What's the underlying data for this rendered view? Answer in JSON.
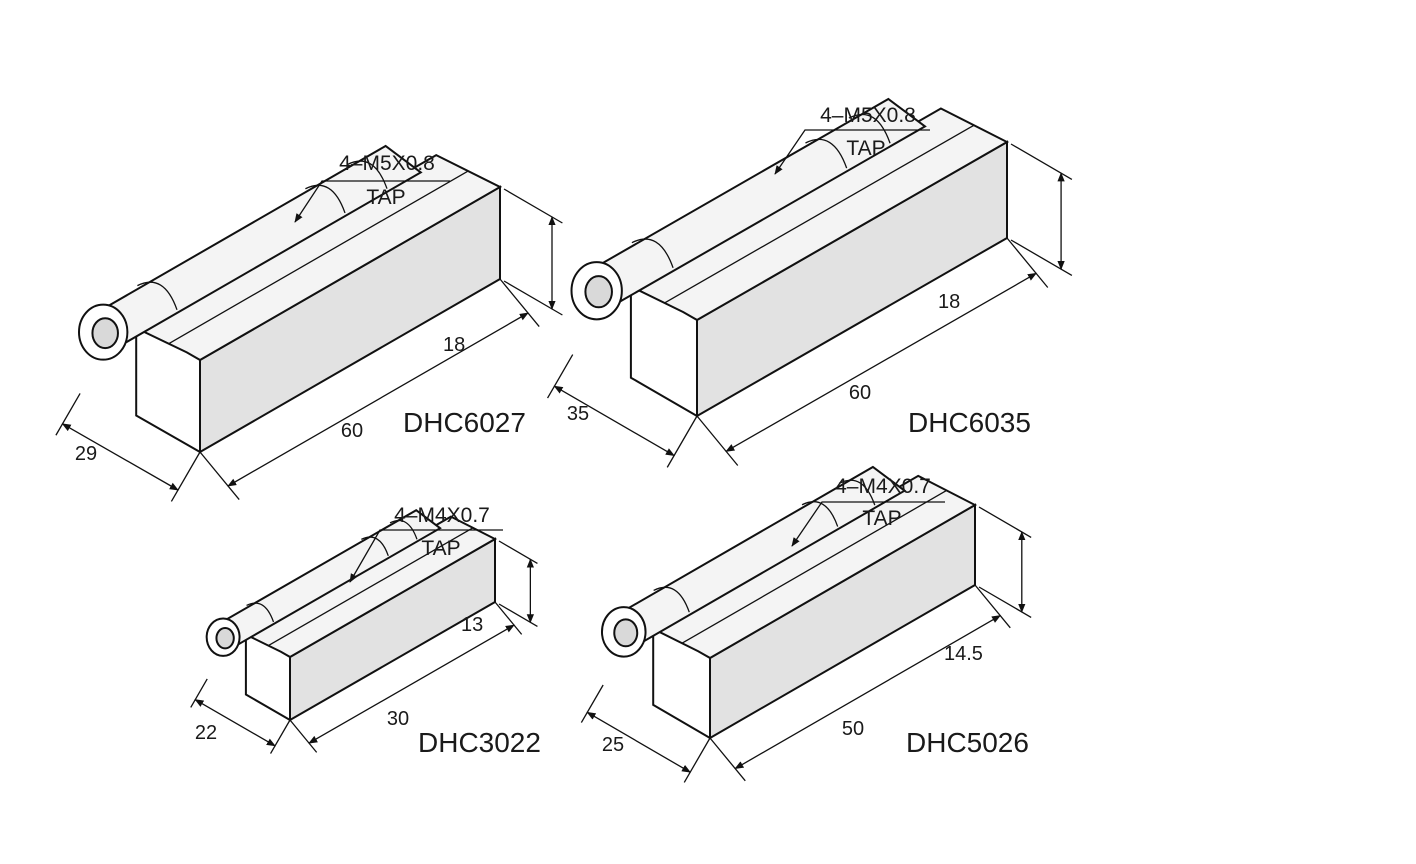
{
  "colors": {
    "background": "#ffffff",
    "outline": "#111111",
    "face_top": "#f4f4f4",
    "face_side": "#e2e2e2",
    "face_end": "#ffffff",
    "bore": "#d9d9d9"
  },
  "hinges": [
    {
      "model": "DHC6027",
      "thread": "4–M5X0.8",
      "tap": "TAP",
      "width": "29",
      "length": "60",
      "height": "18"
    },
    {
      "model": "DHC6035",
      "thread": "4–M5X0.8",
      "tap": "TAP",
      "width": "35",
      "length": "60",
      "height": "18"
    },
    {
      "model": "DHC3022",
      "thread": "4–M4X0.7",
      "tap": "TAP",
      "width": "22",
      "length": "30",
      "height": "13"
    },
    {
      "model": "DHC5026",
      "thread": "4–M4X0.7",
      "tap": "TAP",
      "width": "25",
      "length": "50",
      "height": "14.5"
    }
  ]
}
